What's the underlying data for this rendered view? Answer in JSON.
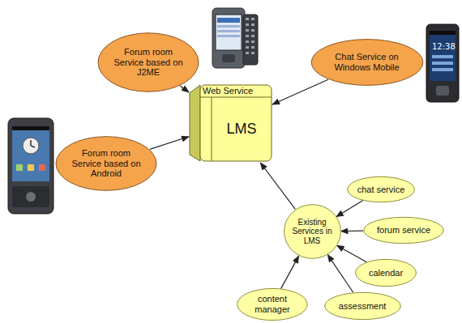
{
  "diagram": {
    "nodes": [
      {
        "text": [
          "Forum room Service based on J2ME"
        ]
      },
      {
        "text": [
          "Chat Service on Windows Mobile"
        ]
      },
      {
        "text": [
          "Web Service",
          "LMS"
        ]
      },
      {
        "text": [
          "Forum room Service based on Android"
        ]
      },
      {
        "text": [
          "Existing Services in LMS"
        ]
      },
      {
        "text": [
          "chat service"
        ]
      },
      {
        "text": [
          "forum service"
        ]
      },
      {
        "text": [
          "calendar"
        ]
      },
      {
        "text": [
          "content manager"
        ]
      },
      {
        "text": [
          "assessment"
        ]
      }
    ],
    "edges": [
      {
        "from": 0,
        "to": 2,
        "arrow": "to"
      },
      {
        "from": 1,
        "to": 2,
        "arrow": "to"
      },
      {
        "from": 3,
        "to": 2,
        "arrow": "to"
      },
      {
        "from": 4,
        "to": 2,
        "arrow": "to"
      },
      {
        "from": 5,
        "to": 4,
        "arrow": "to"
      },
      {
        "from": 6,
        "to": 4,
        "arrow": "to"
      },
      {
        "from": 7,
        "to": 4,
        "arrow": "to"
      },
      {
        "from": 8,
        "to": 4,
        "arrow": "to"
      },
      {
        "from": 9,
        "to": 4,
        "arrow": "to"
      }
    ],
    "labels": [
      "12:38"
    ]
  }
}
